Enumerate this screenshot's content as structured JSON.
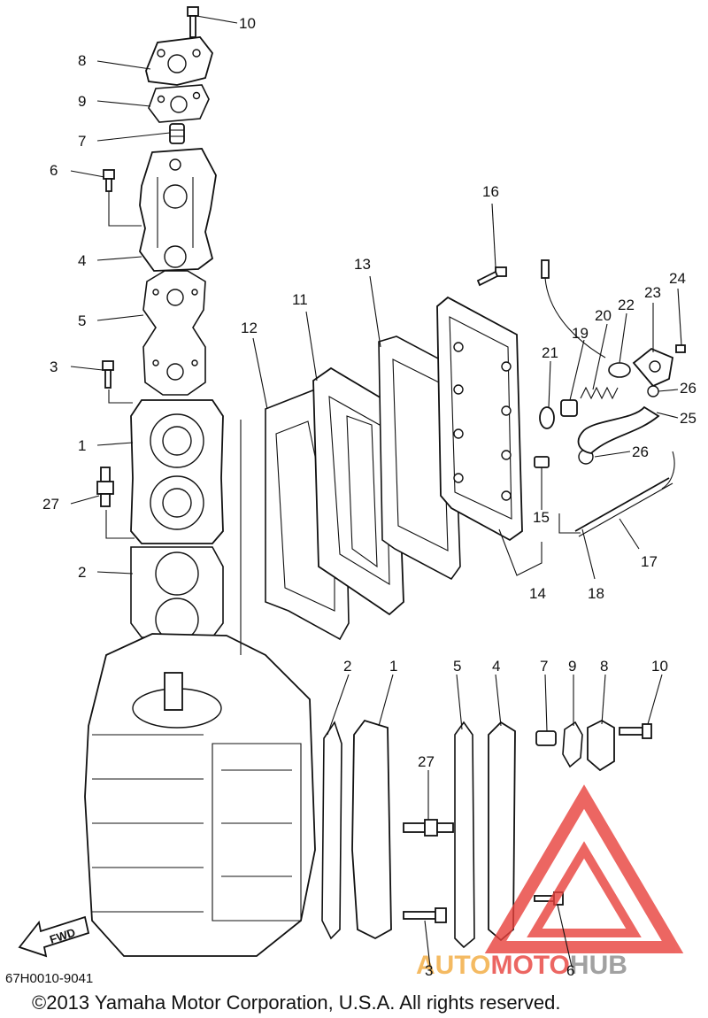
{
  "callouts": {
    "c10a": "10",
    "c8a": "8",
    "c9a": "9",
    "c7a": "7",
    "c6a": "6",
    "c4a": "4",
    "c5a": "5",
    "c3a": "3",
    "c1a": "1",
    "c27a": "27",
    "c2a": "2",
    "c16": "16",
    "c13": "13",
    "c11": "11",
    "c12": "12",
    "c23": "23",
    "c24": "24",
    "c22": "22",
    "c20": "20",
    "c19": "19",
    "c21": "21",
    "c26a": "26",
    "c25": "25",
    "c26b": "26",
    "c15": "15",
    "c17": "17",
    "c14": "14",
    "c18": "18",
    "c2b": "2",
    "c1b": "1",
    "c5b": "5",
    "c4b": "4",
    "c7b": "7",
    "c9b": "9",
    "c8b": "8",
    "c10b": "10",
    "c27b": "27",
    "c3b": "3",
    "c6b": "6"
  },
  "fwd_label": "FWD",
  "diagram_code": "67H0010-9041",
  "copyright": "©2013 Yamaha Motor Corporation, U.S.A. All rights reserved.",
  "watermark": {
    "auto": "AUTO",
    "moto": "MOTO",
    "hub": "HUB",
    "colors": {
      "triangle": "#e8413c",
      "auto": "#f2a93b",
      "hub": "#8a8a8a"
    }
  }
}
